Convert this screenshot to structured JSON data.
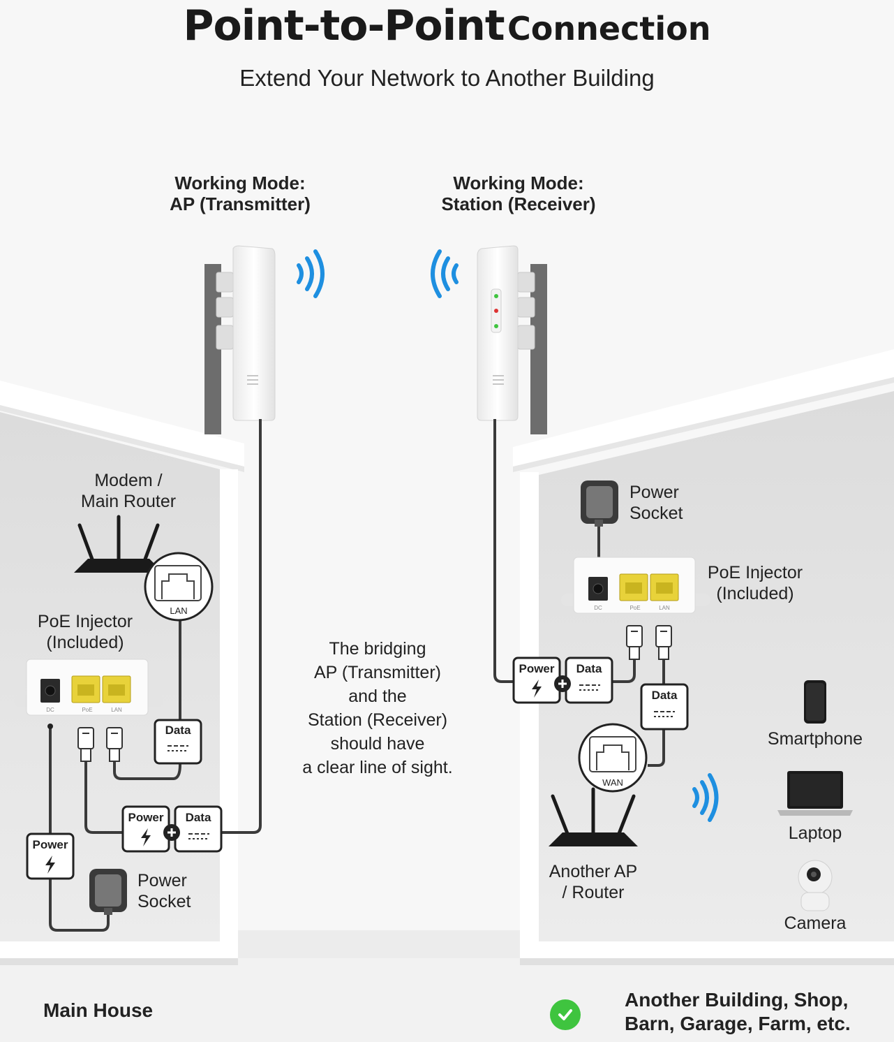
{
  "header": {
    "title_bold": "Point-to-Point",
    "title_rest": "Connection",
    "subtitle": "Extend Your Network to Another Building"
  },
  "modes": {
    "left_line1": "Working Mode:",
    "left_line2": "AP (Transmitter)",
    "right_line1": "Working Mode:",
    "right_line2": "Station (Receiver)"
  },
  "left_house": {
    "router_line1": "Modem /",
    "router_line2": "Main Router",
    "router_port": "LAN",
    "injector_line1": "PoE Injector",
    "injector_line2": "(Included)",
    "injector_ports": [
      "DC",
      "PoE",
      "LAN"
    ],
    "data_label": "Data",
    "power_label": "Power",
    "combo_power_label": "Power",
    "combo_data_label": "Data",
    "socket_line1": "Power",
    "socket_line2": "Socket",
    "footer": "Main House"
  },
  "center_note": [
    "The bridging",
    "AP (Transmitter)",
    "and the",
    "Station (Receiver)",
    "should have",
    "a clear line of sight."
  ],
  "right_house": {
    "socket_line1": "Power",
    "socket_line2": "Socket",
    "injector_line1": "PoE Injector",
    "injector_line2": "(Included)",
    "injector_ports": [
      "DC",
      "PoE",
      "LAN"
    ],
    "combo_power_label": "Power",
    "combo_data_label": "Data",
    "data_label": "Data",
    "router_port": "WAN",
    "router_line1": "Another AP",
    "router_line2": "/ Router",
    "devices": [
      "Smartphone",
      "Laptop",
      "Camera"
    ],
    "footer_line1": "Another Building, Shop,",
    "footer_line2": "Barn, Garage, Farm, etc."
  },
  "colors": {
    "wifi_blue": "#1e8fe0",
    "port_yellow": "#e8d23a",
    "check_green": "#3fc43f",
    "wall_gray": "#e4e4e4",
    "pole_gray": "#6d6d6d"
  }
}
